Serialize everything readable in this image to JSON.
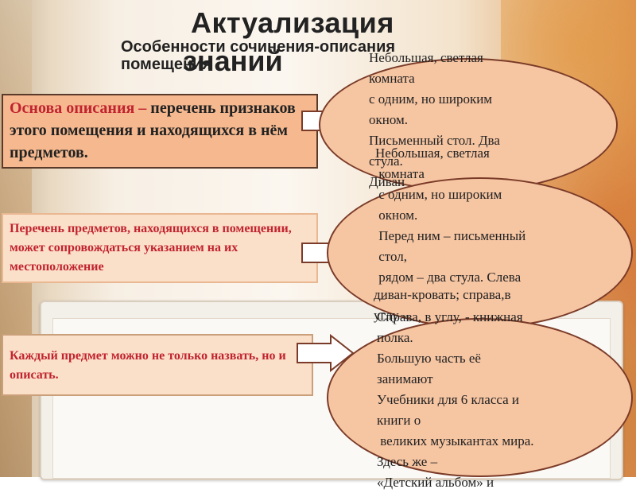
{
  "slide": {
    "title_line1": "Актуализация",
    "title_line2": "знаний",
    "subtitle_line1": "Особенности сочинения-описания",
    "subtitle_line2": "помещения"
  },
  "boxes": {
    "box1_highlight": "Основа описания –",
    "box1_rest": " перечень признаков этого помещения и находящихся в нём предметов.",
    "box2_text": "Перечень предметов, находящихся в помещении, может сопровождаться указанием на их местоположение",
    "box3_text": "Каждый предмет можно не только назвать, но и описать."
  },
  "ellipses": {
    "e1_text": "Небольшая, светлая\nкомната\nс одним, но широким\nокном.\nПисьменный стол. Два\nстула.",
    "e1_overflow": "Диван",
    "e2_text": "Небольшая, светлая\n комната\n с одним, но широким\n окном.\n Перед ним – письменный\n стол,\n рядом – два стула. Слева\n –",
    "e2_overflow": "диван-кровать; справа,в\nуглу –",
    "e3_text": "Справа, в углу, - книжная\nполка.\nБольшую часть её\nзанимают\nУчебники для 6 класса и\nкниги о\n великих музыкантах мира.\nЗдесь же –\n«Детский альбом» и"
  },
  "colors": {
    "box_text_red": "#c1232f",
    "ellipse_fill": "#f6c5a2",
    "ellipse_border": "#7a3b28",
    "box_fill": "#f6b98f"
  }
}
